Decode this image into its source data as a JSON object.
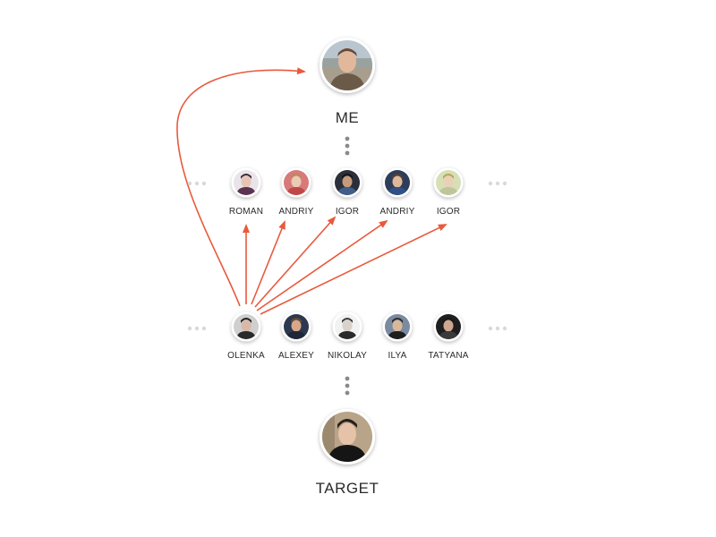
{
  "me": {
    "label": "ME",
    "avatar_icon": "avatar-photo-icon"
  },
  "target": {
    "label": "TARGET",
    "avatar_icon": "avatar-photo-icon"
  },
  "friends_of_me": [
    {
      "label": "ROMAN",
      "bg": "#e9e3ea",
      "hair": "#3b2a33",
      "skin": "#e7c4b4",
      "shirt": "#5c3350"
    },
    {
      "label": "ANDRIY",
      "bg": "#d97a7a",
      "hair": "#b98a5e",
      "skin": "#eacbb3",
      "shirt": "#c04848"
    },
    {
      "label": "IGOR",
      "bg": "#2b2f3a",
      "hair": "#16161a",
      "skin": "#c79a7a",
      "shirt": "#3f5f8a"
    },
    {
      "label": "ANDRIY",
      "bg": "#2e3e5a",
      "hair": "#5a4030",
      "skin": "#e0b898",
      "shirt": "#2f5186"
    },
    {
      "label": "IGOR",
      "bg": "#d7dfb6",
      "hair": "#b5a35c",
      "skin": "#e9d1b6",
      "shirt": "#bfc59a"
    }
  ],
  "friends_of_target": [
    {
      "label": "OLENKA",
      "bg": "#cfcfcf",
      "hair": "#1f1f1f",
      "skin": "#d8b9a9",
      "shirt": "#2a2a2a"
    },
    {
      "label": "ALEXEY",
      "bg": "#2c3850",
      "hair": "#6a4b2e",
      "skin": "#d8a888",
      "shirt": "#1e2738"
    },
    {
      "label": "NIKOLAY",
      "bg": "#f2f2f2",
      "hair": "#3a3a3a",
      "skin": "#d9d2ca",
      "shirt": "#2a2a2a"
    },
    {
      "label": "ILYA",
      "bg": "#7a8aa0",
      "hair": "#2e2a2a",
      "skin": "#d9b89a",
      "shirt": "#1e1e1e"
    },
    {
      "label": "TATYANA",
      "bg": "#1e1e1e",
      "hair": "#171717",
      "skin": "#cfa790",
      "shirt": "#3a3a3a"
    }
  ],
  "colors": {
    "arrow": "#e85a3c",
    "avatar_ring": "#ffffff",
    "dots_vertical": "#8a8a8a",
    "dots_horizontal": "#d9d9d9",
    "label": "#2a2a2a"
  }
}
